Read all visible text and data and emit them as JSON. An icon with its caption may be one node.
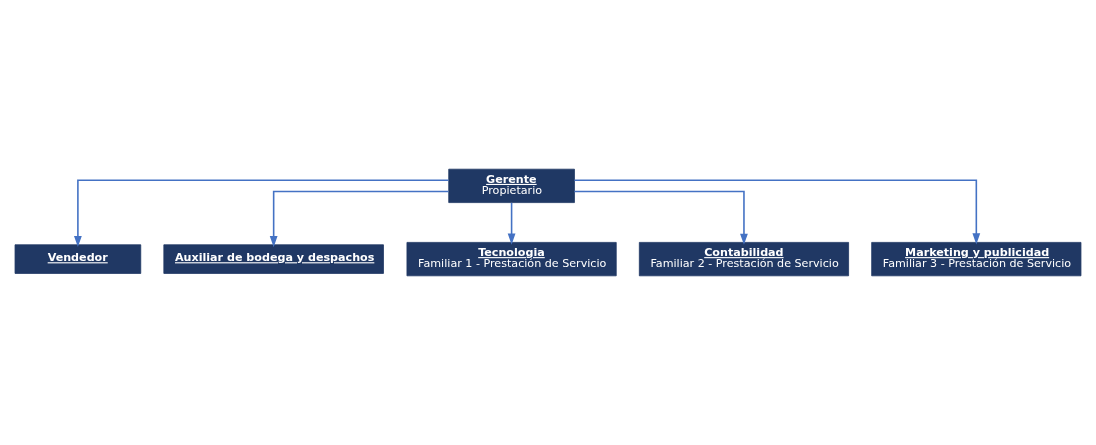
{
  "diagram": {
    "nodes": [
      {
        "text": [
          "Gerente",
          "Propietario"
        ]
      },
      {
        "text": [
          "Vendedor"
        ]
      },
      {
        "text": [
          "Auxiliar de bodega y despachos"
        ]
      },
      {
        "text": [
          "Tecnologia",
          "Familiar 1 - Prestación de Servicio"
        ]
      },
      {
        "text": [
          "Contabilidad",
          "Familiar 2 - Prestación de Servicio"
        ]
      },
      {
        "text": [
          "Marketing y publicidad",
          "Familiar 3 - Prestación de Servicio"
        ]
      }
    ],
    "edges": [
      {
        "from": 0,
        "to": 1,
        "arrow": "to"
      },
      {
        "from": 0,
        "to": 2,
        "arrow": "to"
      },
      {
        "from": 0,
        "to": 3,
        "arrow": "to"
      },
      {
        "from": 0,
        "to": 4,
        "arrow": "to"
      },
      {
        "from": 0,
        "to": 5,
        "arrow": "to"
      }
    ]
  }
}
